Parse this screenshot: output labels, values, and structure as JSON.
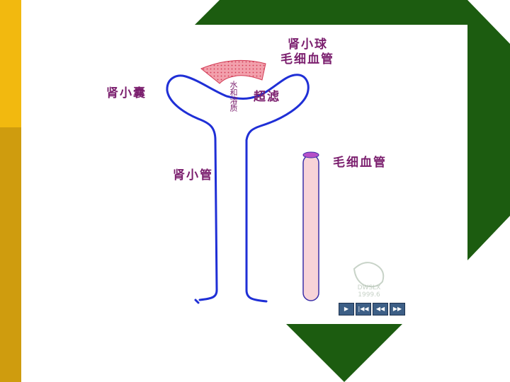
{
  "labels": {
    "glomerulus_line1": "肾小球",
    "glomerulus_line2": "毛细血管",
    "capsule": "肾小囊",
    "filtration": "超滤",
    "tubule": "肾小管",
    "capillary": "毛细血管",
    "water_solutes": "水和溶质"
  },
  "watermark": {
    "line1": "DWSLX",
    "line2": "1999.6"
  },
  "controls": [
    {
      "icon": "play-icon",
      "glyph": "▶"
    },
    {
      "icon": "first-icon",
      "glyph": "|◀◀"
    },
    {
      "icon": "back-icon",
      "glyph": "◀◀"
    },
    {
      "icon": "forward-icon",
      "glyph": "▶▶"
    }
  ],
  "colors": {
    "accent_green": "#1c5c10",
    "label_purple": "#7b1f6e",
    "tube_blue": "#1f2fd6",
    "capillary_fill": "#f7d3d8",
    "capillary_top": "#b650c8",
    "glomerulus_fill": "#f2a0ac",
    "sidebar_light": "#f2b90f",
    "sidebar_dark": "#cf9c0e"
  }
}
